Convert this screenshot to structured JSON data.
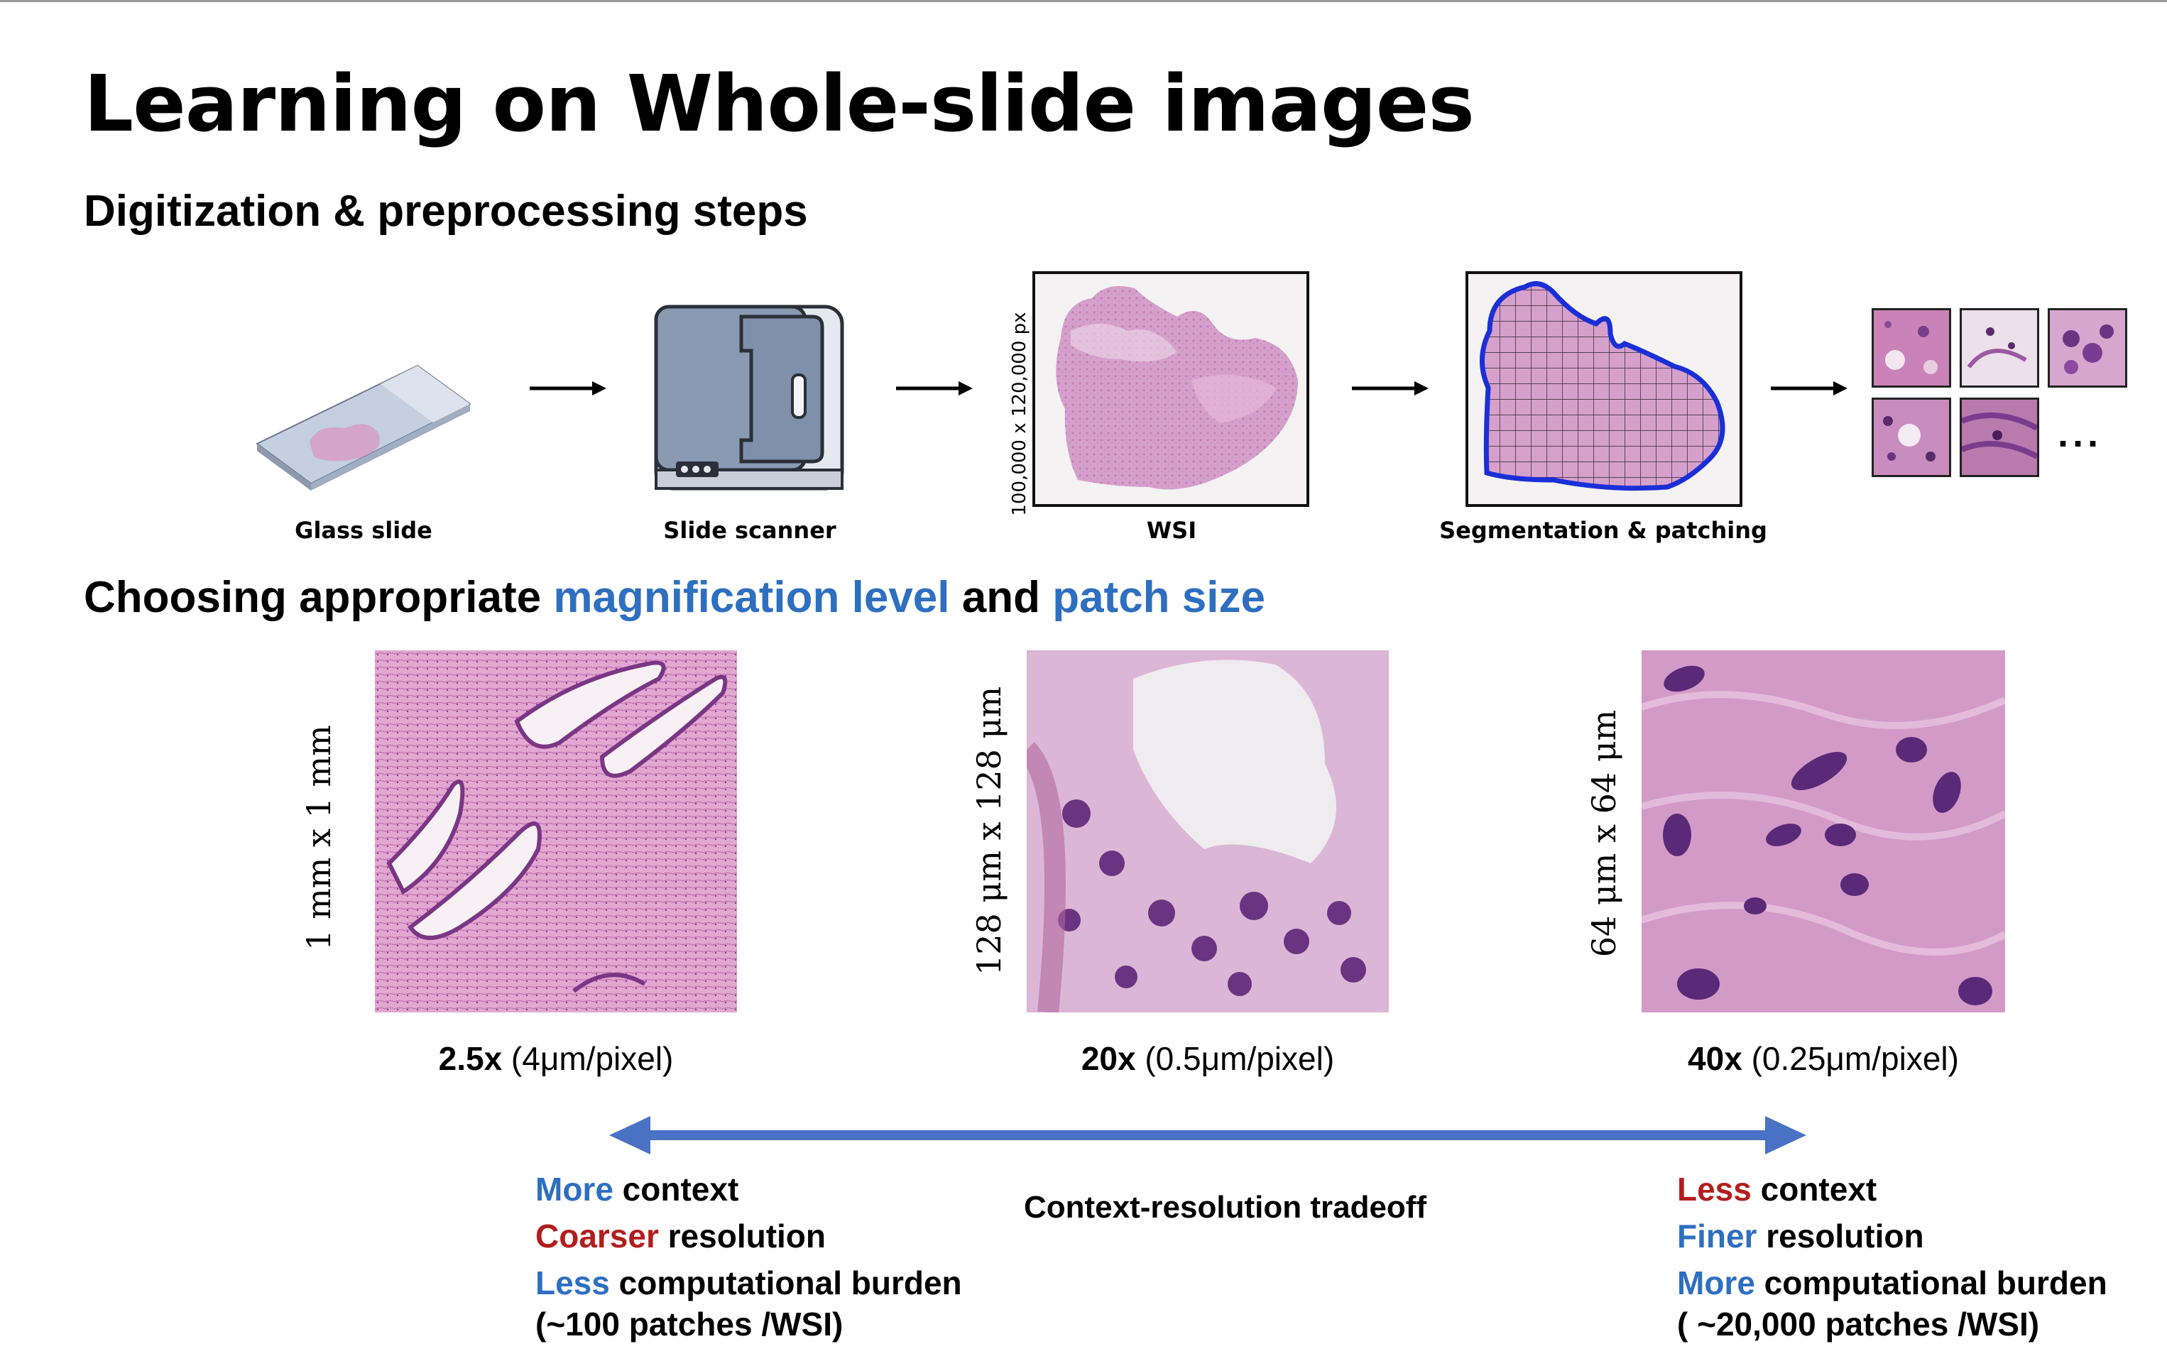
{
  "title": "Learning on Whole-slide images",
  "section1": {
    "title": "Digitization & preprocessing steps"
  },
  "pipeline": {
    "steps": [
      {
        "label": "Glass slide"
      },
      {
        "label": "Slide scanner"
      },
      {
        "label": "WSI",
        "dimension": "100,000 x 120,000 px"
      },
      {
        "label": "Segmentation & patching"
      }
    ],
    "more_marker": "..."
  },
  "section2": {
    "part1": "Choosing appropriate ",
    "part2": "magnification level",
    "part3": " and ",
    "part4": "patch size"
  },
  "magnifications": [
    {
      "level": "2.5x",
      "resolution": " (4μm/pixel)",
      "patch_size": "1 mm x 1 mm"
    },
    {
      "level": "20x",
      "resolution": " (0.5μm/pixel)",
      "patch_size": "128 μm x 128 μm"
    },
    {
      "level": "40x",
      "resolution": " (0.25μm/pixel)",
      "patch_size": "64 μm x 64 μm"
    }
  ],
  "tradeoff": {
    "label": "Context-resolution tradeoff",
    "left": [
      {
        "highlight": "More",
        "rest": " context",
        "color": "blue"
      },
      {
        "highlight": "Coarser",
        "rest": " resolution",
        "color": "red"
      },
      {
        "highlight": "Less",
        "rest": " computational burden",
        "color": "blue"
      },
      {
        "highlight": "",
        "rest": "(~100 patches /WSI)",
        "color": ""
      }
    ],
    "right": [
      {
        "highlight": "Less",
        "rest": " context",
        "color": "red"
      },
      {
        "highlight": "Finer",
        "rest": " resolution",
        "color": "blue"
      },
      {
        "highlight": "More",
        "rest": " computational burden",
        "color": "blue"
      },
      {
        "highlight": "",
        "rest": "( ~20,000 patches /WSI)",
        "color": ""
      }
    ]
  },
  "colors": {
    "accent_blue": "#2e6fc0",
    "accent_red": "#b21e1e",
    "arrow_blue": "#4a72c4",
    "segmentation_outline": "#1a2fd6",
    "tissue_pink": "#d59ac6"
  }
}
